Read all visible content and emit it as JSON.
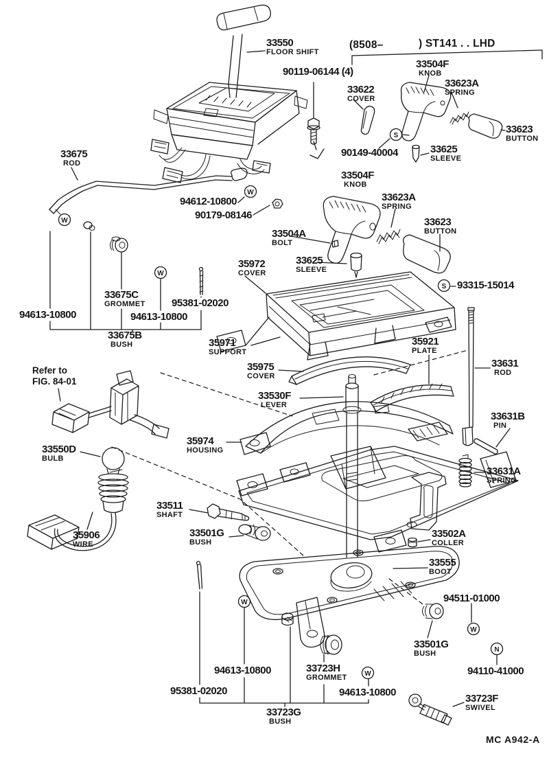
{
  "header": {
    "range": "(8508–",
    "model": ") ST141 . . LHD"
  },
  "note": {
    "line1": "Refer to",
    "line2": "FIG. 84-01"
  },
  "footer": {
    "code": "MC A942-A"
  },
  "symbols": {
    "washer": "W",
    "nut": "N",
    "screw": "S"
  },
  "parts": {
    "p33550": {
      "num": "33550",
      "name": "FLOOR SHIFT"
    },
    "p90119": {
      "num": "90119-06144 (4)"
    },
    "p33622": {
      "num": "33622",
      "name": "COVER"
    },
    "p33504F": {
      "num": "33504F",
      "name": "KNOB"
    },
    "p33623A": {
      "num": "33623A",
      "name": "SPRING"
    },
    "p33623": {
      "num": "33623",
      "name": "BUTTON"
    },
    "p90149": {
      "num": "90149-40004"
    },
    "p33625": {
      "num": "33625",
      "name": "SLEEVE"
    },
    "p33675": {
      "num": "33675",
      "name": "ROD"
    },
    "p94612": {
      "num": "94612-10800"
    },
    "p90179": {
      "num": "90179-08146"
    },
    "p33504A": {
      "num": "33504A",
      "name": "BOLT"
    },
    "p35972": {
      "num": "35972",
      "name": "COVER"
    },
    "p93315": {
      "num": "93315-15014"
    },
    "p33675C": {
      "num": "33675C",
      "name": "GROMMET"
    },
    "p95381": {
      "num": "95381-02020"
    },
    "p94613": {
      "num": "94613-10800"
    },
    "p33675B": {
      "num": "33675B",
      "name": "BUSH"
    },
    "p35971": {
      "num": "35971",
      "name": "SUPPORT"
    },
    "p35975": {
      "num": "35975",
      "name": "COVER"
    },
    "p33530F": {
      "num": "33530F",
      "name": "LEVER"
    },
    "p35921": {
      "num": "35921",
      "name": "PLATE"
    },
    "p33631": {
      "num": "33631",
      "name": "ROD"
    },
    "p33631B": {
      "num": "33631B",
      "name": "PIN"
    },
    "p33631A": {
      "num": "33631A",
      "name": "SPRING"
    },
    "p35974": {
      "num": "35974",
      "name": "HOUSING"
    },
    "p33550D": {
      "num": "33550D",
      "name": "BULB"
    },
    "p35906": {
      "num": "35906",
      "name": "WIRE"
    },
    "p33511": {
      "num": "33511",
      "name": "SHAFT"
    },
    "p33501G": {
      "num": "33501G",
      "name": "BUSH"
    },
    "p33502A": {
      "num": "33502A",
      "name": "COLLER"
    },
    "p33555": {
      "num": "33555",
      "name": "BOOT"
    },
    "p94511": {
      "num": "94511-01000"
    },
    "p94110": {
      "num": "94110-41000"
    },
    "p33723F": {
      "num": "33723F",
      "name": "SWIVEL"
    },
    "p33723H": {
      "num": "33723H",
      "name": "GROMMET"
    },
    "p33723G": {
      "num": "33723G",
      "name": "BUSH"
    }
  }
}
